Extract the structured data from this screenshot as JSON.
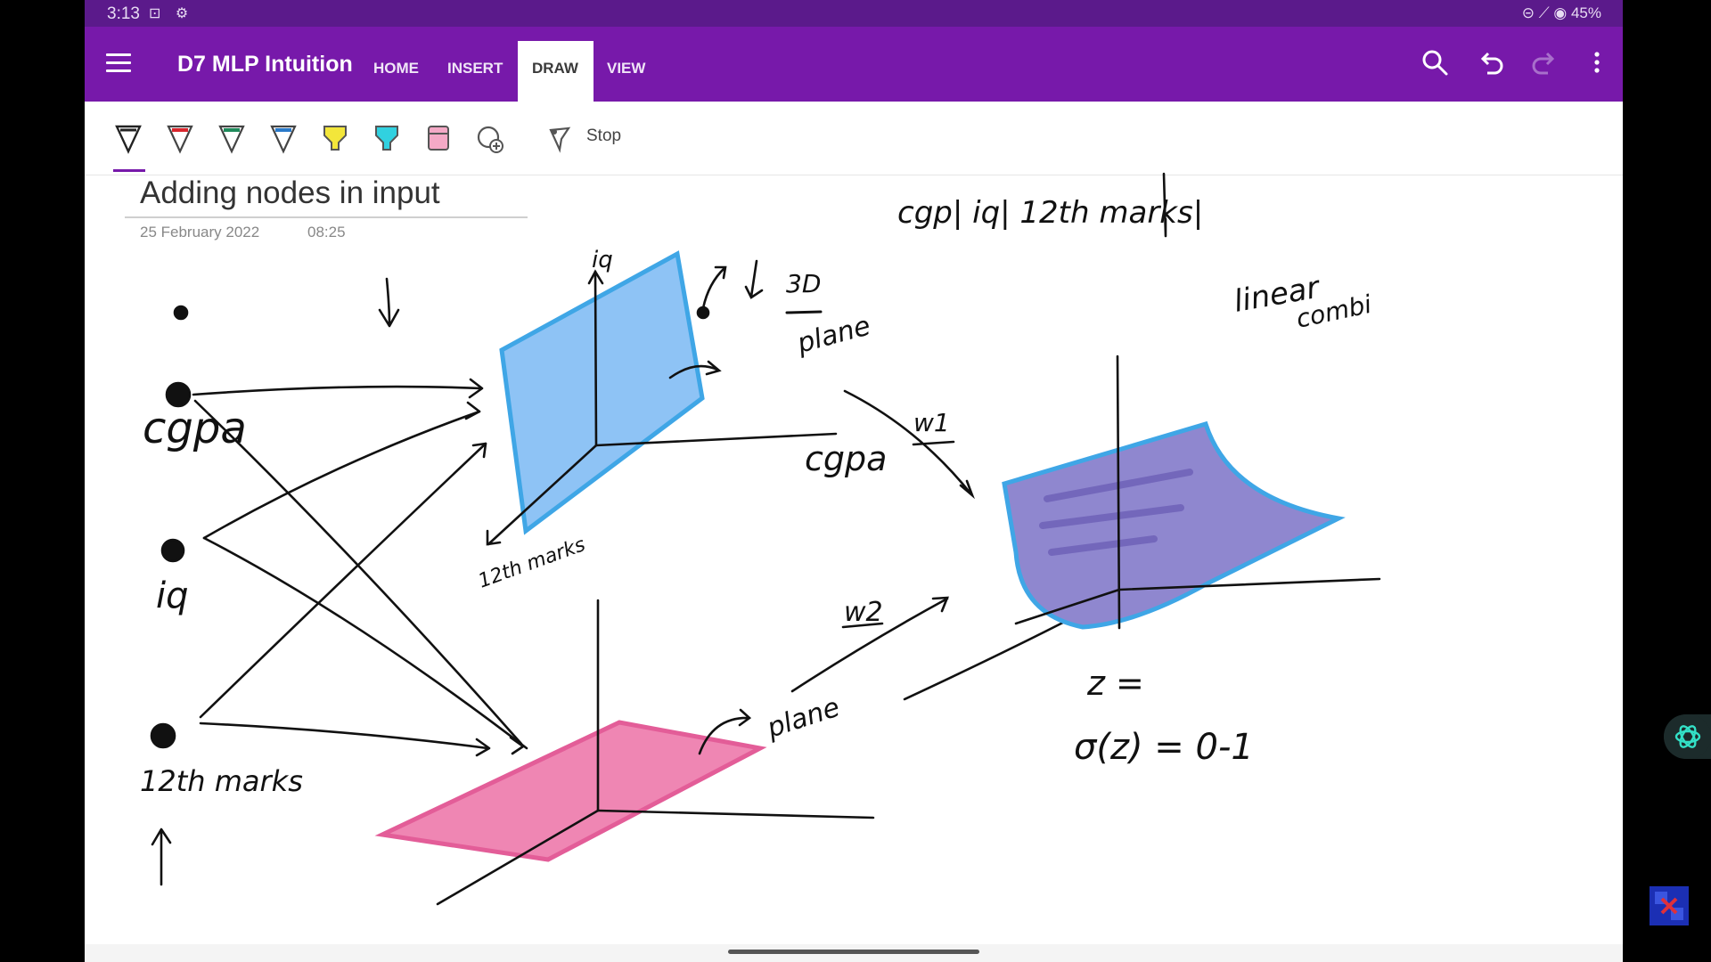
{
  "status_bar": {
    "time": "3:13",
    "battery": "45%",
    "left_icons": "⊡ ⚙",
    "right_icons": "⊝ ⟋ ◉"
  },
  "app_bar": {
    "title": "D7 MLP Intuition",
    "tabs": [
      {
        "label": "HOME",
        "selected": false
      },
      {
        "label": "INSERT",
        "selected": false
      },
      {
        "label": "DRAW",
        "selected": true
      },
      {
        "label": "VIEW",
        "selected": false
      }
    ],
    "icons": [
      "search-icon",
      "undo-icon",
      "redo-icon",
      "more-icon"
    ]
  },
  "ribbon": {
    "tools": [
      {
        "name": "pen-black",
        "color": "#222222"
      },
      {
        "name": "pen-red",
        "color": "#d9262d"
      },
      {
        "name": "pen-green",
        "color": "#1f8a5b"
      },
      {
        "name": "pen-blue",
        "color": "#2a79c9"
      },
      {
        "name": "highlighter-yellow",
        "color": "#f3e63a"
      },
      {
        "name": "highlighter-cyan",
        "color": "#31d1e0"
      },
      {
        "name": "highlighter-pink",
        "color": "#f4a9c6"
      }
    ],
    "selected_tool_index": 0,
    "stop_label": "Stop"
  },
  "page": {
    "title": "Adding nodes in input",
    "date": "25 February 2022",
    "time": "08:25"
  },
  "ink": {
    "cgpa_node": "cgpa",
    "iq_node": "iq",
    "marks_node": "12th marks",
    "header_note": "cgp| iq| 12th marks|",
    "iq_axis": "iq",
    "cgpa_axis": "cgpa",
    "marks_axis": "12th marks",
    "three_d": "3D",
    "plane_top": "plane",
    "plane_bottom": "plane",
    "w1": "w1",
    "w2": "w2",
    "linear_combi_1": "linear",
    "linear_combi_2": "combi",
    "z_eq": "z =",
    "sigma_eq": "σ(z) = 0-1"
  },
  "colors": {
    "brand_purple": "#7719aa",
    "statusbar_purple": "#5b1a8b",
    "plane_blue": "#8ec3f5",
    "plane_blue_edge": "#3fa6e6",
    "plane_pink": "#ef86b3",
    "surface_purple": "#8f87cf"
  }
}
